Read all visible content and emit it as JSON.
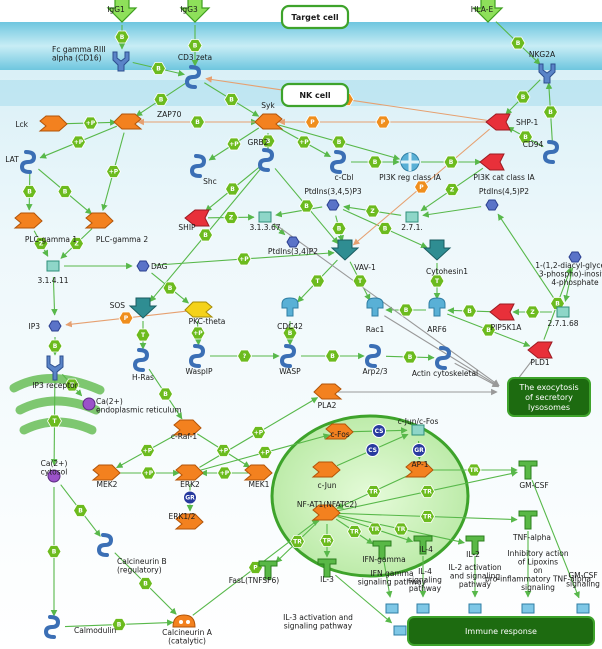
{
  "compartments": {
    "target_cell": "Target cell",
    "nk_cell": "NK cell",
    "exocytosis": "The exocytosis of secretory lysosomes",
    "immune_response": "Immune response"
  },
  "legend_marks": {
    "binding": "B",
    "phosphorylation": "+P",
    "dephosphorylation": "P",
    "transcription": "TR",
    "translocation": "T",
    "catalysis": "Z",
    "unspecified": "?",
    "complex": "CS",
    "gene_regulation": "GR"
  },
  "colors": {
    "membrane_top": "#8fd3e8",
    "membrane_band": "#b9e6f0",
    "cytoplasm": "#dff2f8",
    "nucleus_fill": "#c6f0b4",
    "nucleus_stroke": "#3ea32b",
    "arrow_green": "#58b84a",
    "arrow_orange": "#e6a070",
    "hex_green": "#6cbb1e",
    "hex_orange": "#ef8e1d",
    "hex_blue": "#283a9f",
    "kinase_orange": "#f3811f",
    "receptor_blue": "#5a84c8",
    "protein_red": "#e8303a",
    "er_green": "#7ec770",
    "tf_green": "#59b846",
    "box_dark_green": "#1d6b10"
  },
  "nodes": {
    "igg1": "IgG1",
    "igg3": "IgG3",
    "hla_e": "HLA-E",
    "fc_gamma": "Fc gamma RIII alpha (CD16)",
    "cd3_zeta": "CD3 zeta",
    "nkg2a": "NKG2A",
    "lck": "Lck",
    "zap70": "ZAP70",
    "syk": "Syk",
    "shp1": "SHP-1",
    "cd94": "CD94",
    "lat": "LAT",
    "shc": "Shc",
    "grb2": "GRB2",
    "c_cbl": "c-Cbl",
    "pi3k_reg": "PI3K reg class IA",
    "pi3k_cat": "PI3K cat class IA",
    "plc_g1": "PLC-gamma 1",
    "plc_g2": "PLC-gamma 2",
    "ship": "SHIP",
    "ec_3_1_3_67": "3.1.3.67",
    "ptdins345p3": "PtdIns(3,4,5)P3",
    "ptdins45p2": "PtdIns(4,5)P2",
    "ec_2_7_1": "2.7.1.",
    "ptdins34p2": "PtdIns(3,4)P2",
    "ec_3_1_4_11": "3.1.4.11",
    "dag": "DAG",
    "vav1": "VAV-1",
    "cytohesin1": "Cytohesin1",
    "dag_phosphate": "1-(1,2-diacyl-glycerol 3-phospho)-inositol 4-phosphate",
    "sos": "SOS",
    "pkc_theta": "PKC-theta",
    "cdc42": "CDC42",
    "rac1": "Rac1",
    "arf6": "ARF6",
    "pip5k1a": "PIP5K1A",
    "ec_2_7_1_68": "2.7.1.68",
    "ip3": "IP3",
    "pld1": "PLD1",
    "ip3_receptor": "IP3 receptor",
    "h_ras": "H-Ras",
    "wasp_ip": "WaspIP",
    "wasp": "WASP",
    "arp23": "Arp2/3",
    "actin": "Actin cytoskeletal",
    "ca_er": "Ca(2+) endoplasmic reticulum",
    "pla2": "PLA2",
    "c_raf1": "c-Raf-1",
    "c_fos": "c-Fos",
    "c_jun_c_fos": "c-Jun/c-Fos",
    "ca_cytosol": "Ca(2+) cytosol",
    "ap1": "AP-1",
    "mek2": "MEK2",
    "erk2": "ERK2",
    "mek1": "MEK1",
    "c_jun": "c-Jun",
    "gm_csf": "GM-CSF",
    "erk12": "ERK1/2",
    "nfat1": "NF-AT1(NFATC2)",
    "tnf_alpha": "TNF-alpha",
    "calcineurin_b": "Calcineurin B (regulatory)",
    "ifn_gamma": "IFN-gamma",
    "il4": "IL-4",
    "il2": "IL-2",
    "fasl": "FasL(TNFSF6)",
    "il3": "IL-3",
    "ifn_pathway": "IFN gamma signaling pathway",
    "il4_pathway": "IL-4 signaling pathway",
    "il2_pathway": "IL-2 activation and signaling pathway",
    "lipoxins": "Inhibitory action of Lipoxins on pro-inflammatory TNF-alpha signaling",
    "gmcsf_pathway": "GM-CSF signaling",
    "calmodulin": "Calmodulin",
    "calcineurin_a": "Calcineurin A (catalytic)",
    "il3_pathway": "IL-3 activation and signaling pathway"
  }
}
